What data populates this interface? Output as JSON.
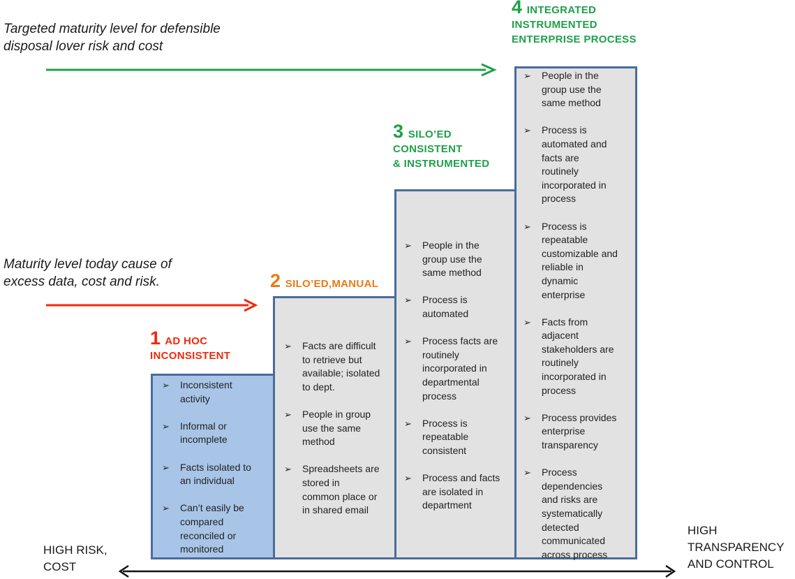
{
  "notes": {
    "target": [
      "Targeted maturity level for defensible",
      "disposal lover risk and cost"
    ],
    "today": [
      "Maturity level today cause of",
      "excess data, cost and risk."
    ]
  },
  "axis": {
    "left": [
      "HIGH RISK,",
      "COST"
    ],
    "right": [
      "HIGH",
      "TRANSPARENCY",
      "AND CONTROL"
    ]
  },
  "bullet_glyph": "➢",
  "levels": [
    {
      "num": "1",
      "title": [
        "AD HOC",
        "INCONSISTENT"
      ],
      "items": [
        [
          "Inconsistent",
          "activity"
        ],
        [
          "Informal or",
          "incomplete"
        ],
        [
          "Facts isolated to",
          "an individual"
        ],
        [
          "Can’t easily be",
          "compared",
          "reconciled or",
          "monitored"
        ]
      ]
    },
    {
      "num": "2",
      "title": [
        "SILO’ED,MANUAL"
      ],
      "items": [
        [
          "Facts are difficult",
          "to retrieve but",
          "available; isolated",
          "to dept."
        ],
        [
          "People in group",
          "use the same",
          "method"
        ],
        [
          "Spreadsheets are",
          "stored in",
          "common place or",
          "in shared email"
        ]
      ]
    },
    {
      "num": "3",
      "title": [
        "SILO’ED",
        "CONSISTENT",
        "& INSTRUMENTED"
      ],
      "items": [
        [
          "People in the",
          "group use the",
          "same method"
        ],
        [
          "Process is",
          "automated"
        ],
        [
          "Process facts are",
          "routinely",
          "incorporated in",
          "departmental",
          "process"
        ],
        [
          "Process is",
          "repeatable",
          "consistent"
        ],
        [
          "Process and facts",
          "are  isolated in",
          "department"
        ]
      ]
    },
    {
      "num": "4",
      "title": [
        "INTEGRATED",
        "INSTRUMENTED",
        "ENTERPRISE PROCESS"
      ],
      "items": [
        [
          "People in the",
          "group use the",
          "same method"
        ],
        [
          "Process is",
          "automated and",
          "facts are",
          "routinely",
          "incorporated in",
          "process"
        ],
        [
          "Process is",
          "repeatable",
          "customizable and",
          "reliable in",
          "dynamic",
          "enterprise"
        ],
        [
          "Facts from",
          "adjacent",
          "stakeholders are",
          "routinely",
          "incorporated in",
          "process"
        ],
        [
          "Process provides",
          "enterprise",
          "transparency"
        ],
        [
          "Process",
          "dependencies",
          "and risks are",
          "systematically",
          "detected",
          "communicated",
          "across process"
        ]
      ]
    }
  ],
  "colors": {
    "green": "#1fa04a",
    "orange": "#ea7a15",
    "red": "#ef2a10",
    "box_border": "#4a6c9a",
    "box_gray": "#e2e2e2",
    "box_blue": "#a8c5e8"
  }
}
